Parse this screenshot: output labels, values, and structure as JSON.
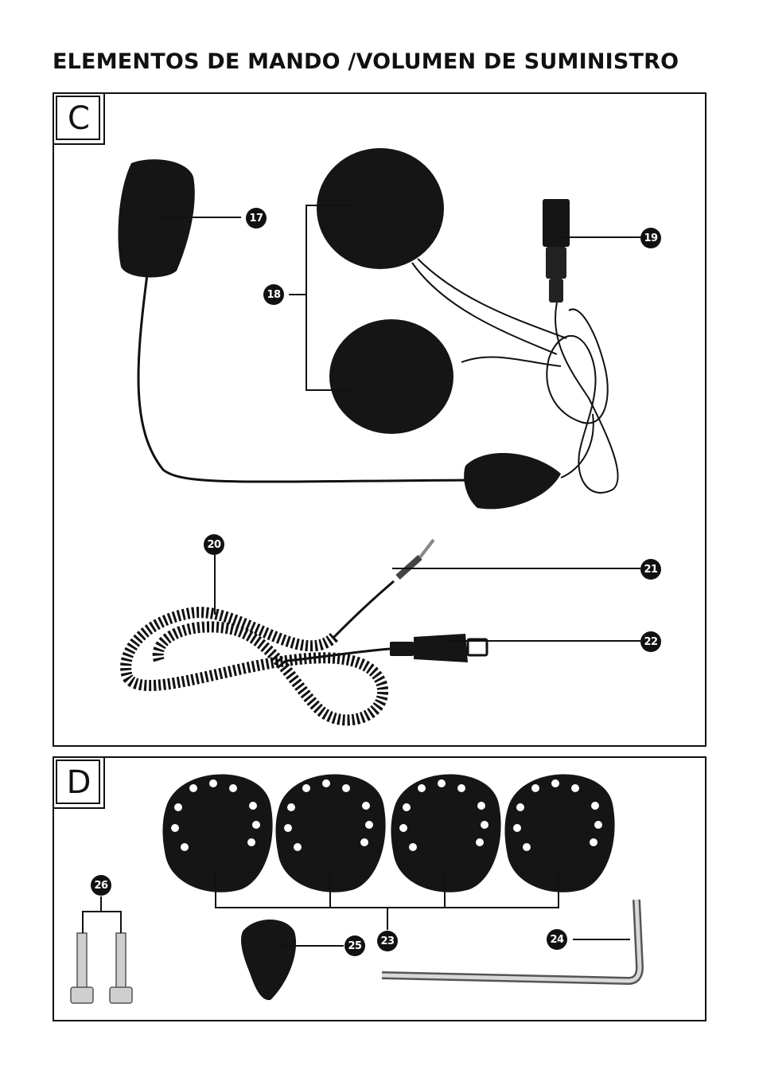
{
  "page": {
    "title": "ELEMENTOS DE MANDO /VOLUMEN DE SUMINISTRO"
  },
  "sections": {
    "c": {
      "letter": "C"
    },
    "d": {
      "letter": "D"
    }
  },
  "callouts": {
    "c17": "17",
    "c18": "18",
    "c19": "19",
    "c20": "20",
    "c21": "21",
    "c22": "22",
    "c23": "23",
    "c24": "24",
    "c25": "25",
    "c26": "26"
  },
  "colors": {
    "ink": "#111111",
    "foam": "#151515",
    "paper": "#ffffff"
  }
}
